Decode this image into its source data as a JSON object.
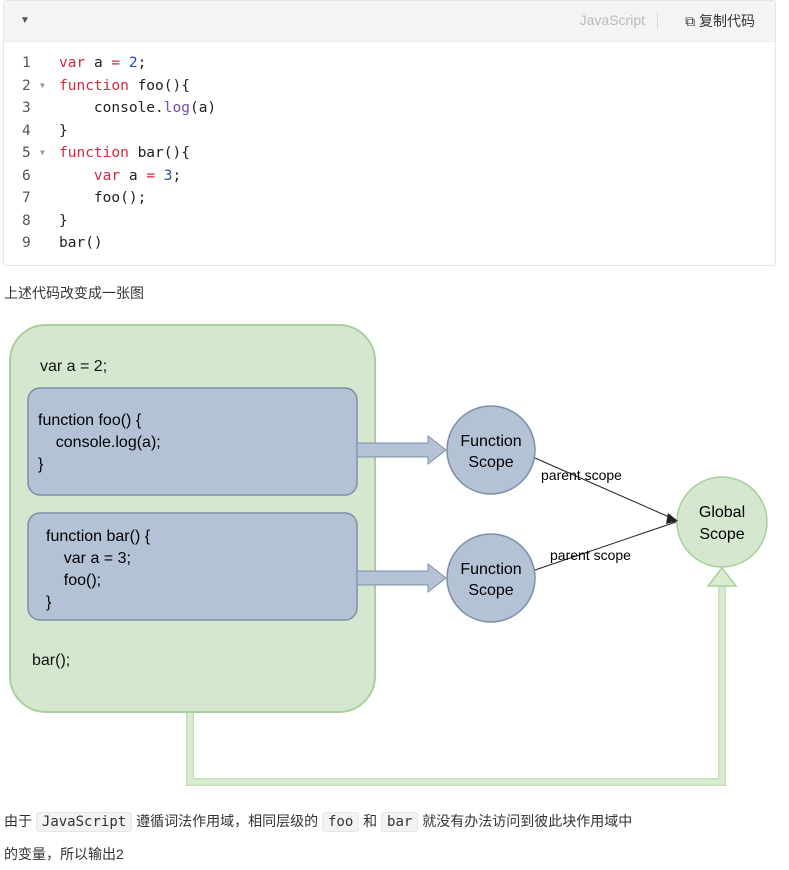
{
  "code_block": {
    "language": "JavaScript",
    "copy_label": "复制代码",
    "lines": [
      {
        "n": "1",
        "parts": [
          [
            "kw",
            "var"
          ],
          [
            "",
            "a "
          ],
          [
            "kw",
            "="
          ],
          [
            "num",
            " 2"
          ],
          [
            "",
            ";"
          ]
        ]
      },
      {
        "n": "2",
        "fold": true,
        "parts": [
          [
            "kw",
            "function"
          ],
          [
            "",
            " foo(){"
          ]
        ]
      },
      {
        "n": "3",
        "parts": [
          [
            "",
            "    console."
          ],
          [
            "fn",
            "log"
          ],
          [
            "",
            "(a)"
          ]
        ]
      },
      {
        "n": "4",
        "parts": [
          [
            "",
            "}"
          ]
        ]
      },
      {
        "n": "5",
        "fold": true,
        "parts": [
          [
            "kw",
            "function"
          ],
          [
            "",
            " bar(){"
          ]
        ]
      },
      {
        "n": "6",
        "parts": [
          [
            "",
            "    "
          ],
          [
            "kw",
            "var"
          ],
          [
            "",
            " a "
          ],
          [
            "kw",
            "="
          ],
          [
            "num",
            " 3"
          ],
          [
            "",
            ";"
          ]
        ]
      },
      {
        "n": "7",
        "parts": [
          [
            "",
            "    foo();"
          ]
        ]
      },
      {
        "n": "8",
        "parts": [
          [
            "",
            "}"
          ]
        ]
      },
      {
        "n": "9",
        "parts": [
          [
            "",
            "bar()"
          ]
        ]
      }
    ]
  },
  "caption": "上述代码改变成一张图",
  "diagram": {
    "outer_code": "var a = 2;",
    "foo_box": [
      "function foo() {",
      "    console.log(a);",
      "}"
    ],
    "bar_box": [
      "function bar() {",
      "    var a = 3;",
      "    foo();",
      "}"
    ],
    "bar_call": "bar();",
    "function_scope_1": [
      "Function",
      "Scope"
    ],
    "function_scope_2": [
      "Function",
      "Scope"
    ],
    "global_scope": [
      "Global",
      "Scope"
    ],
    "parent_scope_1": "parent scope",
    "parent_scope_2": "parent scope"
  },
  "explanation": {
    "p1": "由于",
    "code1": "JavaScript",
    "p2": "遵循词法作用域，相同层级的",
    "code2": "foo",
    "p3": "和",
    "code3": "bar",
    "p4": "就没有办法访问到彼此块作用域中",
    "p5": "的变量，所以输出2"
  }
}
